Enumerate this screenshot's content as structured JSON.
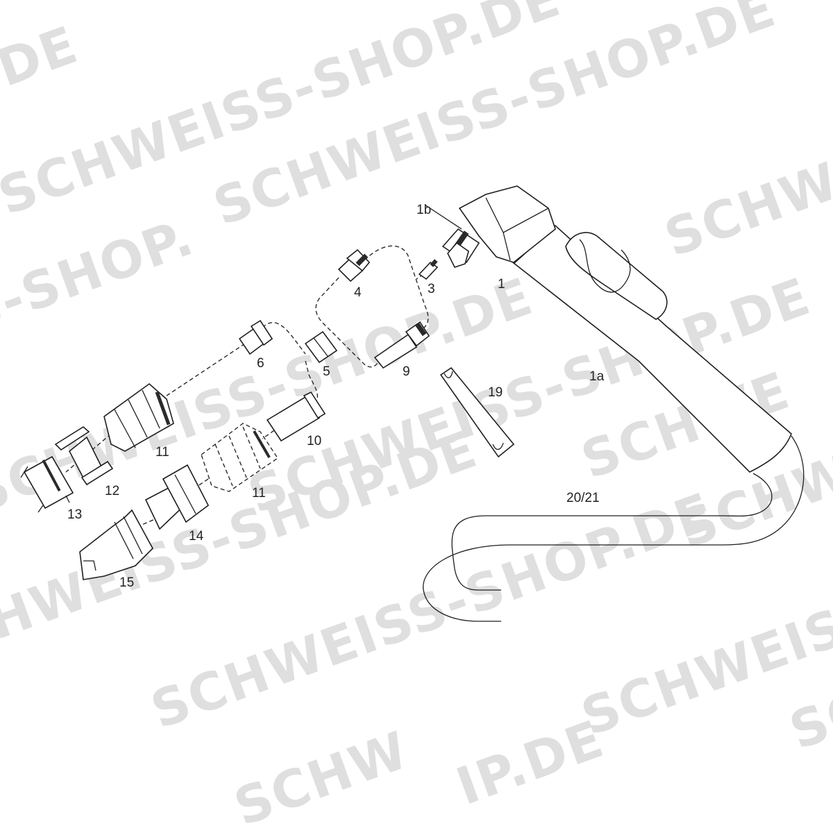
{
  "watermark": {
    "text": "SCHWEISS-SHOP.DE",
    "color": "#dcdcdc",
    "fragments": [
      "P.DE",
      "SCHWEISS-SHOP.DE",
      "SCHWE",
      "SHOP.DE",
      "S-SHOP.",
      "SCHW",
      "IP.DE"
    ]
  },
  "labels": {
    "l1": "1",
    "l1a": "1a",
    "l1b": "1b",
    "l3": "3",
    "l4": "4",
    "l5": "5",
    "l6": "6",
    "l9": "9",
    "l10": "10",
    "l11a": "11",
    "l11b": "11",
    "l12": "12",
    "l13": "13",
    "l14": "14",
    "l15": "15",
    "l19": "19",
    "l2021": "20/21"
  }
}
